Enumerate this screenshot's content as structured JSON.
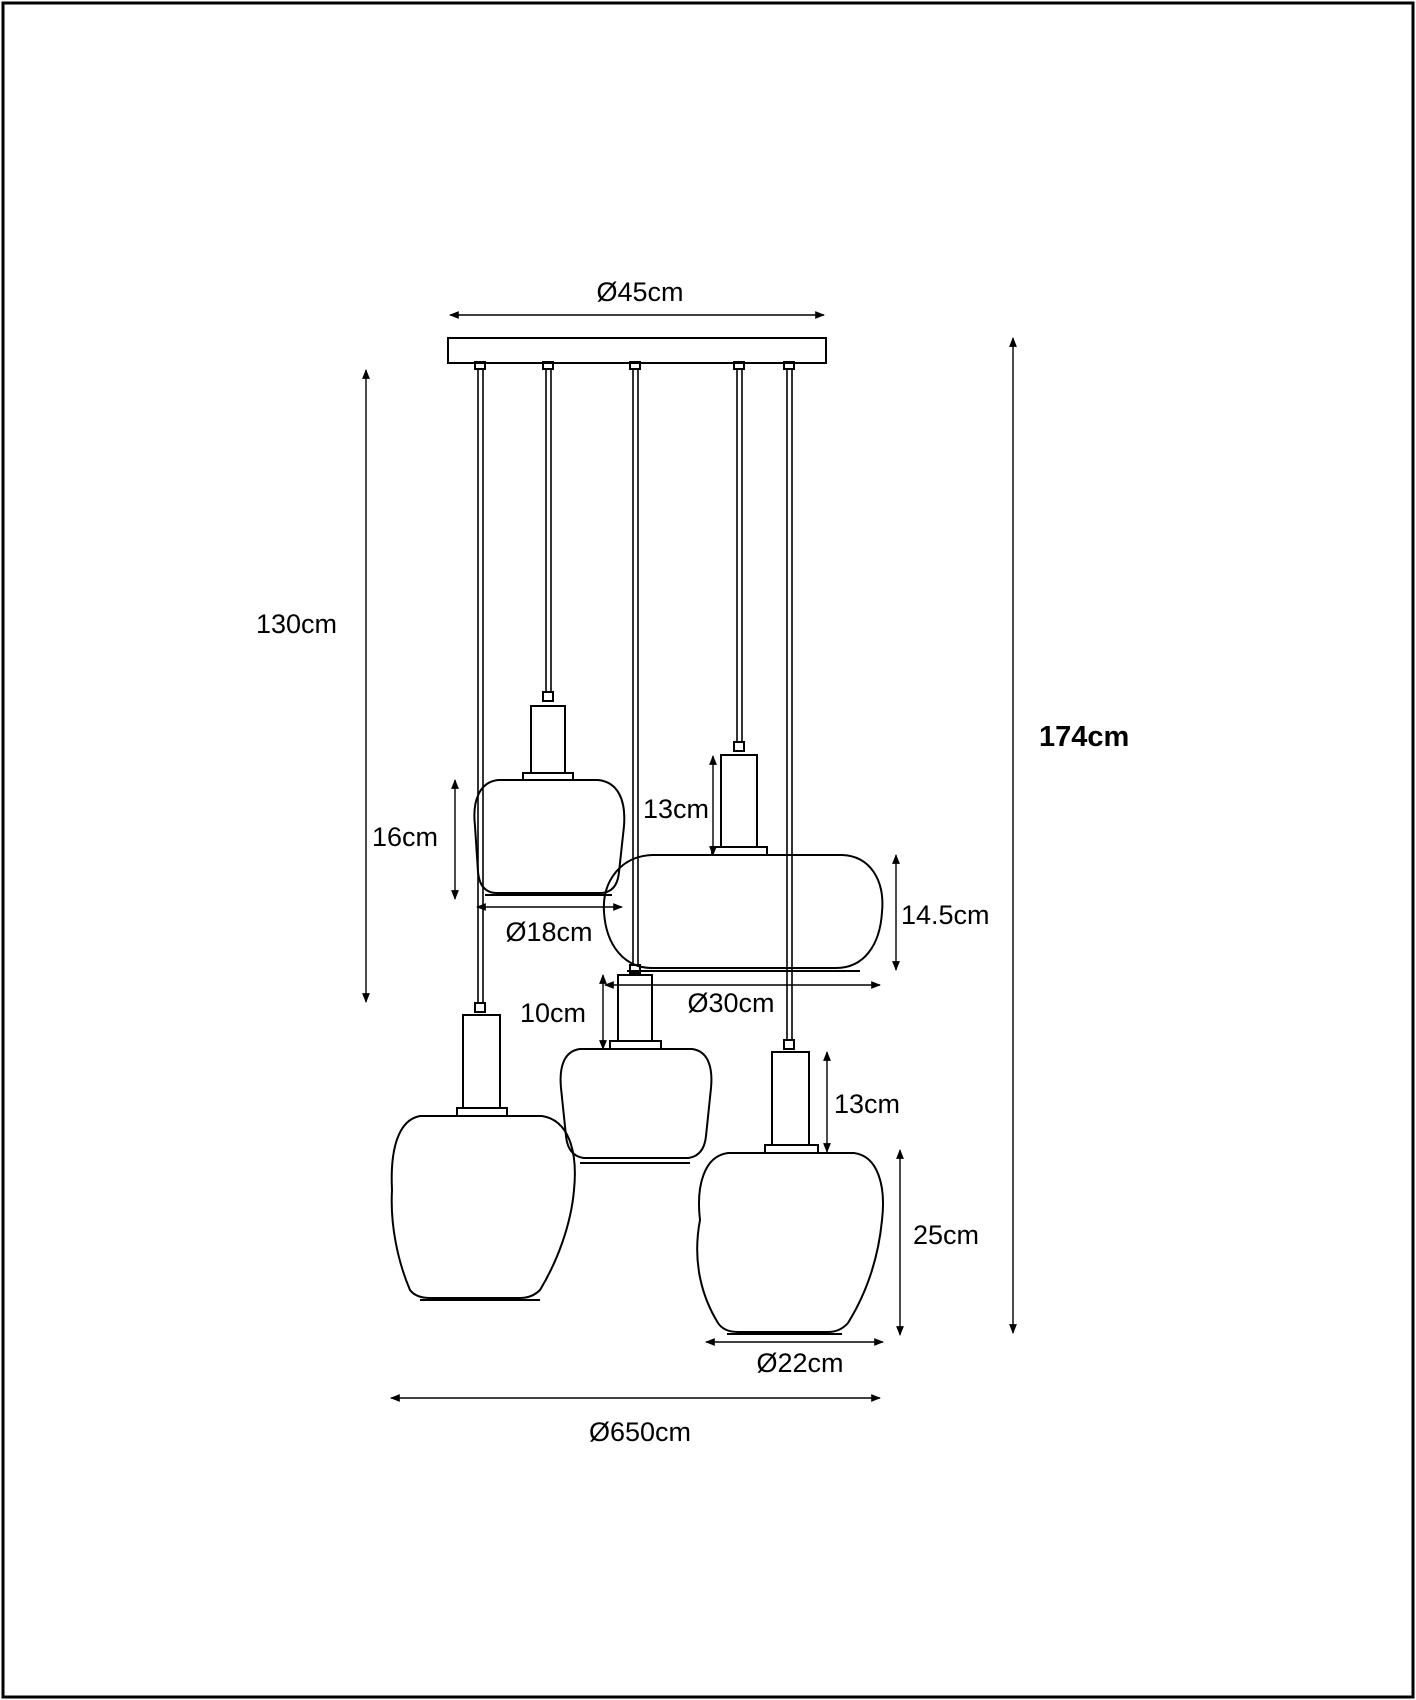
{
  "diagram": {
    "colors": {
      "line": "#000000",
      "background": "#ffffff"
    },
    "labels": {
      "canopy_diameter": "Ø45cm",
      "total_height": "174cm",
      "cable_length": "130cm",
      "shade_top_height": "16cm",
      "shade_top_diameter": "Ø18cm",
      "shade_flat_neck": "13cm",
      "shade_flat_height": "14.5cm",
      "shade_flat_diameter": "Ø30cm",
      "shade_small_neck": "10cm",
      "shade_right_neck": "13cm",
      "shade_right_height": "25cm",
      "shade_right_diameter": "Ø22cm",
      "overall_diameter": "Ø650cm"
    }
  }
}
